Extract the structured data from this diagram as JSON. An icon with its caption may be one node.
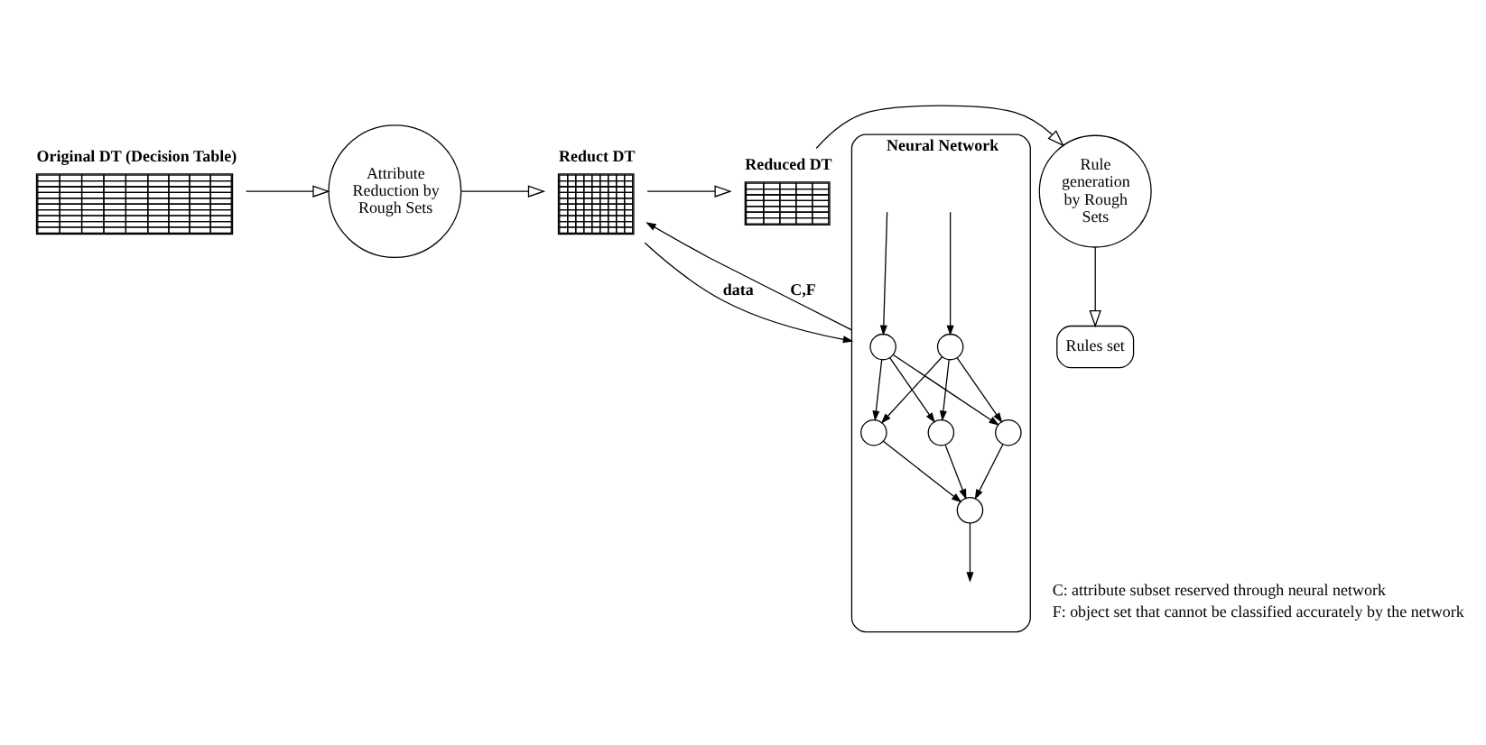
{
  "diagram": {
    "nodes": [
      {
        "text": [
          "Original DT (Decision Table)"
        ]
      },
      {
        "text": [
          "Attribute Reduction by Rough Sets"
        ]
      },
      {
        "text": [
          "Reduct DT"
        ]
      },
      {
        "text": [
          "Reduced DT"
        ]
      },
      {
        "text": [
          "Rule generation by Rough Sets"
        ]
      },
      {
        "text": [
          "Rules set"
        ]
      },
      {
        "text": [
          "Neural Network"
        ]
      },
      {
        "text": [],
        "shape": "circle",
        "in": 6
      },
      {
        "text": [],
        "shape": "circle",
        "in": 6
      },
      {
        "text": [],
        "shape": "circle",
        "in": 6
      },
      {
        "text": [],
        "shape": "circle",
        "in": 6
      },
      {
        "text": [],
        "shape": "circle",
        "in": 6
      },
      {
        "text": [],
        "shape": "circle",
        "in": 6
      }
    ],
    "edges": [
      {
        "from": 0,
        "to": 1,
        "arrow": "to"
      },
      {
        "from": 1,
        "to": 2,
        "arrow": "to"
      },
      {
        "from": 2,
        "to": 3,
        "arrow": "to"
      },
      {
        "from": 3,
        "to": 4,
        "arrow": "to"
      },
      {
        "from": 4,
        "to": 5,
        "arrow": "to"
      },
      {
        "from": 2,
        "to": 6,
        "arrow": "to",
        "label": "data"
      },
      {
        "from": 6,
        "to": 2,
        "arrow": "to",
        "label": "C,F"
      },
      {
        "from": null,
        "to": 7,
        "arrow": "to"
      },
      {
        "from": null,
        "to": 8,
        "arrow": "to"
      },
      {
        "from": 7,
        "to": 9,
        "arrow": "to"
      },
      {
        "from": 7,
        "to": 10,
        "arrow": "to"
      },
      {
        "from": 7,
        "to": 11,
        "arrow": "to"
      },
      {
        "from": 8,
        "to": 9,
        "arrow": "to"
      },
      {
        "from": 8,
        "to": 10,
        "arrow": "to"
      },
      {
        "from": 8,
        "to": 11,
        "arrow": "to"
      },
      {
        "from": 9,
        "to": 12,
        "arrow": "to"
      },
      {
        "from": 10,
        "to": 12,
        "arrow": "to"
      },
      {
        "from": 11,
        "to": 12,
        "arrow": "to"
      },
      {
        "from": 12,
        "to": null,
        "arrow": "to"
      }
    ],
    "labels": [
      "C: attribute subset reserved through neural network",
      "F: object set that cannot be classified accurately by the network"
    ]
  }
}
